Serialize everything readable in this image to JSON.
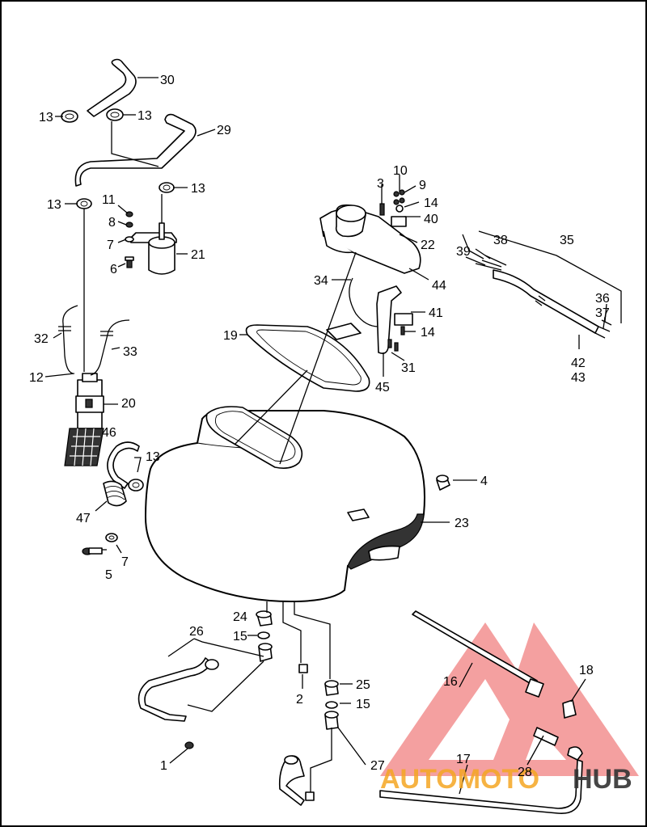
{
  "callouts": {
    "c1": "1",
    "c2": "2",
    "c3": "3",
    "c4": "4",
    "c5": "5",
    "c6": "6",
    "c7a": "7",
    "c7b": "7",
    "c8": "8",
    "c9": "9",
    "c10": "10",
    "c11": "11",
    "c12": "12",
    "c13a": "13",
    "c13b": "13",
    "c13c": "13",
    "c13d": "13",
    "c13e": "13",
    "c14a": "14",
    "c14b": "14",
    "c15a": "15",
    "c15b": "15",
    "c16": "16",
    "c17": "17",
    "c18": "18",
    "c19": "19",
    "c20": "20",
    "c21": "21",
    "c22": "22",
    "c23": "23",
    "c24": "24",
    "c25": "25",
    "c26": "26",
    "c27": "27",
    "c28": "28",
    "c29": "29",
    "c30": "30",
    "c31": "31",
    "c32": "32",
    "c33": "33",
    "c34": "34",
    "c35": "35",
    "c36": "36",
    "c37": "37",
    "c38": "38",
    "c39": "39",
    "c40": "40",
    "c41": "41",
    "c42": "42",
    "c43": "43",
    "c44": "44",
    "c45": "45",
    "c46": "46",
    "c47": "47"
  },
  "watermark": {
    "text_part1": "AUTOMOTO",
    "text_part2": "HUB",
    "color_primary": "#f08080",
    "color_secondary": "#333333"
  }
}
